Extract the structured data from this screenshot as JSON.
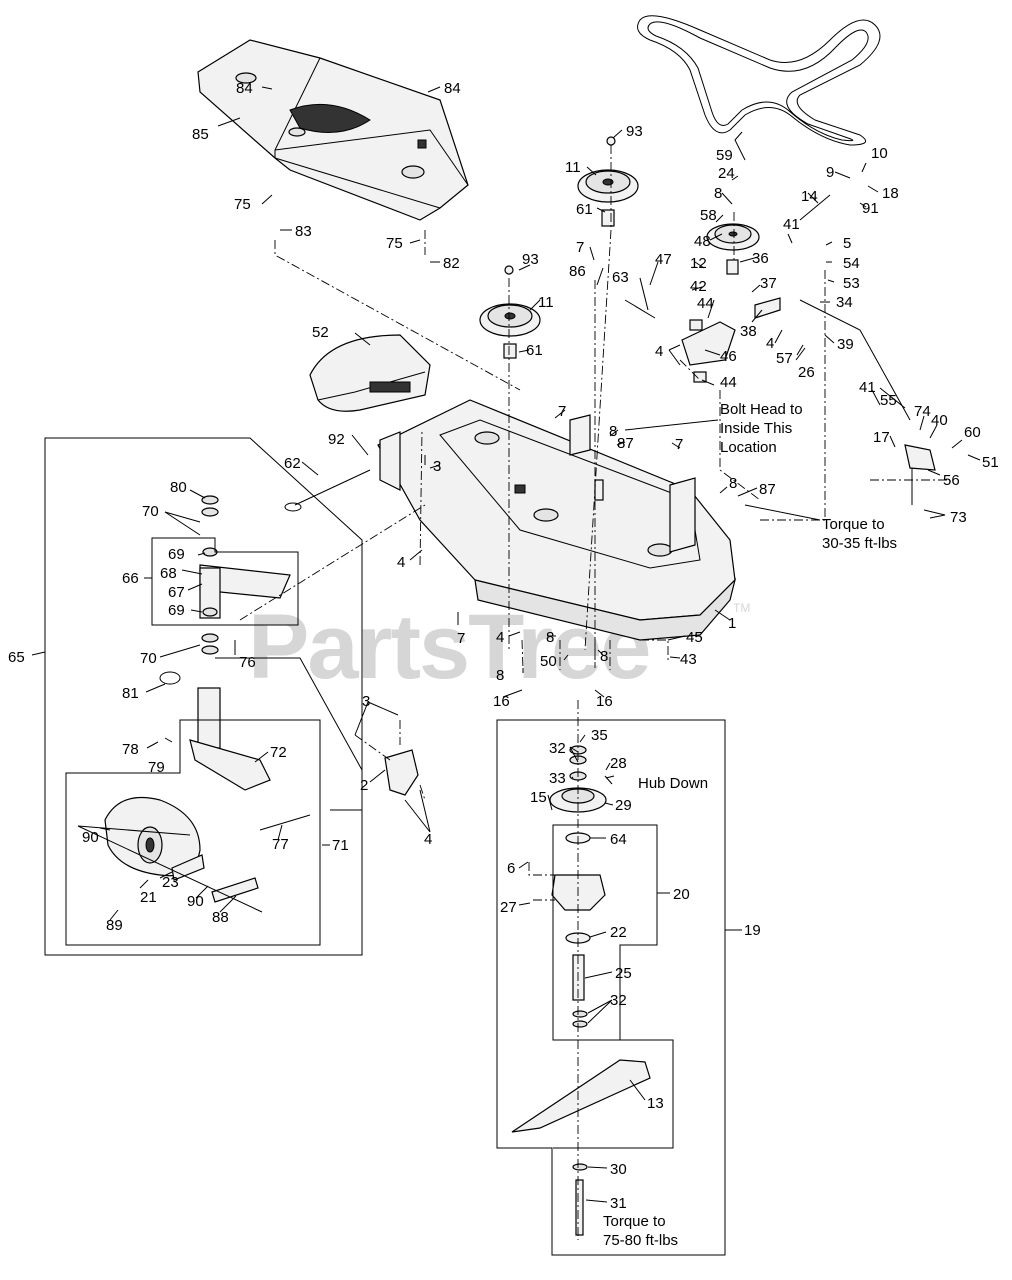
{
  "watermark": {
    "text": "PartsTree",
    "trademark": "TM"
  },
  "notes": {
    "bolt_head": [
      "Bolt Head to",
      "Inside This",
      "Location"
    ],
    "torque_spindle_nut": [
      "Torque to",
      "30-35 ft-lbs"
    ],
    "hub_down": "Hub Down",
    "torque_blade_bolt": [
      "Torque to",
      "75-80 ft-lbs"
    ]
  },
  "callouts": [
    "1",
    "2",
    "3",
    "4",
    "5",
    "6",
    "7",
    "8",
    "9",
    "10",
    "11",
    "12",
    "13",
    "14",
    "15",
    "16",
    "17",
    "18",
    "19",
    "20",
    "21",
    "22",
    "23",
    "24",
    "25",
    "26",
    "27",
    "28",
    "29",
    "30",
    "31",
    "32",
    "33",
    "34",
    "35",
    "36",
    "37",
    "38",
    "39",
    "40",
    "41",
    "42",
    "43",
    "44",
    "45",
    "46",
    "47",
    "48",
    "50",
    "51",
    "52",
    "53",
    "54",
    "55",
    "56",
    "57",
    "58",
    "59",
    "60",
    "61",
    "62",
    "63",
    "64",
    "65",
    "66",
    "67",
    "68",
    "69",
    "70",
    "71",
    "72",
    "73",
    "74",
    "75",
    "76",
    "77",
    "78",
    "79",
    "80",
    "81",
    "82",
    "83",
    "84",
    "85",
    "86",
    "87",
    "88",
    "89",
    "90",
    "91",
    "92",
    "93"
  ]
}
